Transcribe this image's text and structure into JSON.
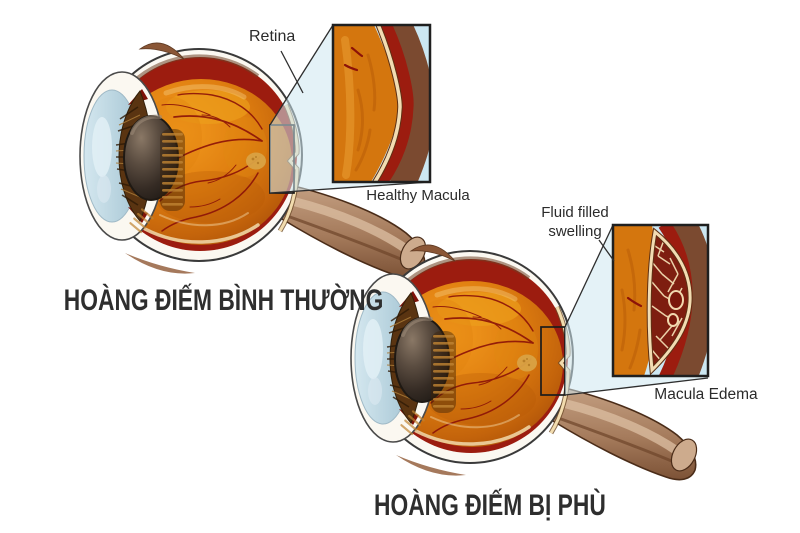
{
  "illustration": {
    "title_context": "Macula comparison eye diagram",
    "labels": {
      "retina": "Retina",
      "healthy_macula": "Healthy Macula",
      "fluid_filled_line1": "Fluid filled",
      "fluid_filled_line2": "swelling",
      "macula_edema": "Macula Edema"
    },
    "captions": {
      "normal": "HOÀNG ĐIẾM BÌNH THƯỜNG",
      "edema": "HOÀNG ĐIẾM BỊ PHÙ"
    },
    "colors": {
      "background": "#ffffff",
      "sclera": "#fbf8f1",
      "outline": "#3a3a3a",
      "choroid_red": "#9c1c0f",
      "vitreous_orange": "#d4760e",
      "vessel_red": "#8c1208",
      "retina_cream": "#f2dcae",
      "cornea_blue": "#b9d6e2",
      "iris_brown": "#5a3411",
      "lens_dark": "#352b24",
      "optic_nerve_tan": "#a9816a",
      "inset_background_blue": "#cce7f2",
      "inset_sclera_brown": "#7b4a30",
      "projection_blue": "#cde7f1",
      "text": "#2b2b2b"
    }
  }
}
